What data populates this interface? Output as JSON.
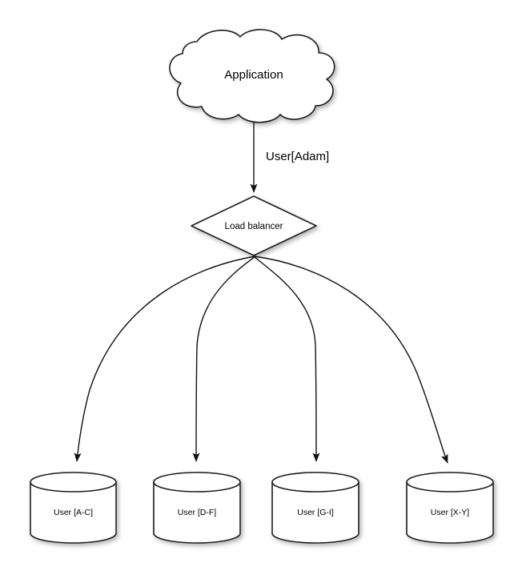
{
  "diagram": {
    "type": "architecture-flow-diagram",
    "background_color": "#ffffff",
    "stroke_color": "#1a1a1a",
    "fill_color": "#ffffff",
    "nodes": {
      "application": {
        "label": "Application",
        "shape": "cloud"
      },
      "load_balancer": {
        "label": "Load balancer",
        "shape": "diamond"
      },
      "databases": [
        {
          "label": "User [A-C]",
          "shape": "cylinder"
        },
        {
          "label": "User [D-F]",
          "shape": "cylinder"
        },
        {
          "label": "User [G-I]",
          "shape": "cylinder"
        },
        {
          "label": "User [X-Y]",
          "shape": "cylinder"
        }
      ]
    },
    "edges": [
      {
        "label": "User[Adam]",
        "from": "application",
        "to": "load_balancer"
      },
      {
        "label": "",
        "from": "load_balancer",
        "to": "User [A-C]"
      },
      {
        "label": "",
        "from": "load_balancer",
        "to": "User [D-F]"
      },
      {
        "label": "",
        "from": "load_balancer",
        "to": "User [G-I]"
      },
      {
        "label": "",
        "from": "load_balancer",
        "to": "User [X-Y]"
      }
    ]
  }
}
